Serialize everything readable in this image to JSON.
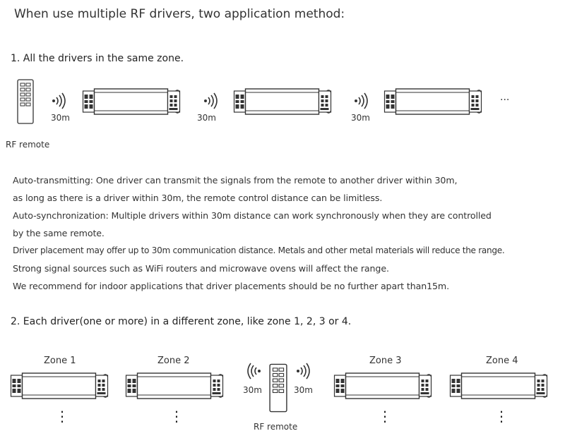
{
  "title": "When use multiple RF drivers, two application method:",
  "section1": {
    "heading": "1. All the drivers in the same zone.",
    "remote_label": "RF remote",
    "distance_labels": [
      "30m",
      "30m",
      "30m"
    ],
    "ellipsis": "···"
  },
  "paragraphs": [
    "Auto-transmitting: One driver can transmit the signals from the remote to another driver within 30m,",
    "as long as there is a driver within 30m, the remote control distance can be limitless.",
    "Auto-synchronization: Multiple drivers within 30m distance can work synchronously when they are controlled",
    "by the same remote.",
    "Driver placement may offer up to 30m communication distance. Metals and other metal materials will reduce the range.",
    "Strong signal sources such as WiFi routers and microwave ovens will affect the range.",
    "We recommend for indoor applications that driver placements should be no further apart than15m."
  ],
  "section2": {
    "heading": "2. Each driver(one or more) in a different zone, like zone 1, 2, 3 or 4.",
    "zones": [
      "Zone 1",
      "Zone 2",
      "Zone 3",
      "Zone 4"
    ],
    "distance_left": "30m",
    "distance_right": "30m",
    "remote_label": "RF remote",
    "vertical_ellipsis": "⋮"
  }
}
